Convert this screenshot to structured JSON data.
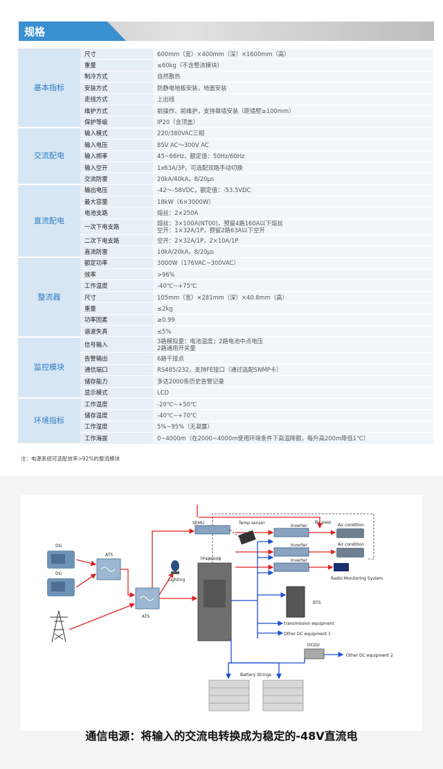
{
  "header": {
    "title": "规格"
  },
  "groups": [
    {
      "name": "基本指标",
      "rows": [
        {
          "key": "尺寸",
          "lines": [
            "600mm（宽）×400mm（深）×1600mm（高）"
          ]
        },
        {
          "key": "重量",
          "lines": [
            "≤60kg（不含整流模块）"
          ]
        },
        {
          "key": "制冷方式",
          "lines": [
            "自然散热"
          ]
        },
        {
          "key": "安装方式",
          "lines": [
            "防静电地板安装，地面安装"
          ]
        },
        {
          "key": "走线方式",
          "lines": [
            "上出线"
          ]
        },
        {
          "key": "维护方式",
          "lines": [
            "前操作、前维护，支持靠墙安装（距墙壁≥100mm）"
          ]
        },
        {
          "key": "保护等级",
          "lines": [
            "IP20（含顶盖）"
          ]
        }
      ]
    },
    {
      "name": "交流配电",
      "rows": [
        {
          "key": "输入模式",
          "lines": [
            "220/380VAC三相"
          ]
        },
        {
          "key": "输入电压",
          "lines": [
            "85V AC～300V AC"
          ]
        },
        {
          "key": "输入频率",
          "lines": [
            "45~66Hz，额定值：50Hz/60Hz"
          ]
        },
        {
          "key": "输入空开",
          "lines": [
            "1x63A/3P，可选配双路手动切换"
          ]
        },
        {
          "key": "交流防雷",
          "lines": [
            "20kA/40kA，8/20μs"
          ]
        }
      ]
    },
    {
      "name": "直流配电",
      "rows": [
        {
          "key": "输出电压",
          "lines": [
            "-42～-58VDC，额定值：-53.5VDC"
          ]
        },
        {
          "key": "最大容量",
          "lines": [
            "18kW（6×3000W）"
          ]
        },
        {
          "key": "电池支路",
          "lines": [
            "熔丝：2×250A"
          ]
        },
        {
          "key": "一次下电支路",
          "lines": [
            "熔丝：3×100A(NT00)，预留4路160A以下熔丝",
            "空开：1×32A/1P，预留2路63A以下空开"
          ]
        },
        {
          "key": "二次下电支路",
          "lines": [
            "空开：2×32A/1P，2×10A/1P"
          ]
        },
        {
          "key": "直流防雷",
          "lines": [
            "10kA/20kA，8/20μs"
          ]
        }
      ]
    },
    {
      "name": "整流器",
      "rows": [
        {
          "key": "额定功率",
          "lines": [
            "3000W（176VAC~300VAC）"
          ]
        },
        {
          "key": "效率",
          "lines": [
            ">96%"
          ]
        },
        {
          "key": "工作温度",
          "lines": [
            "-40℃~+75℃"
          ]
        },
        {
          "key": "尺寸",
          "lines": [
            "105mm（宽）×281mm（深）×40.8mm（高）"
          ]
        },
        {
          "key": "重量",
          "lines": [
            "≤2kg"
          ]
        },
        {
          "key": "功率因素",
          "lines": [
            "≥0.99"
          ]
        },
        {
          "key": "谐波失真",
          "lines": [
            "≤5%"
          ]
        }
      ]
    },
    {
      "name": "监控模块",
      "rows": [
        {
          "key": "信号输入",
          "lines": [
            "3路模拟量：电池温度；2路电池中点电压",
            "2路通用开关量"
          ]
        },
        {
          "key": "告警输出",
          "lines": [
            "6路干接点"
          ]
        },
        {
          "key": "通信端口",
          "lines": [
            "RS485/232，支持FE接口（通过选配SNMP卡）"
          ]
        },
        {
          "key": "储存能力",
          "lines": [
            "多达2000条历史告警记录"
          ]
        },
        {
          "key": "显示模式",
          "lines": [
            "LCD"
          ]
        }
      ]
    },
    {
      "name": "环境指标",
      "rows": [
        {
          "key": "工作温度",
          "lines": [
            "-20℃~+50℃"
          ]
        },
        {
          "key": "储存温度",
          "lines": [
            "-40℃~+70℃"
          ]
        },
        {
          "key": "工作湿度",
          "lines": [
            "5%~95%（无凝露）"
          ]
        },
        {
          "key": "工作海拔",
          "lines": [
            "0~4000m（在2000~4000m使用环境条件下高温降额，每升高200m降低1℃）"
          ]
        }
      ]
    }
  ],
  "note": "注：电源系统可选配效率>92%的整流模块",
  "diagram": {
    "labels": {
      "dg1": "DG",
      "dg2": "DG",
      "ats1": "ATS",
      "ats2": "ATS",
      "lighting": "Lighting",
      "semu": "SEMU",
      "temp_sensor": "Temp sensor",
      "tp": "TP48600B",
      "bypass": "By pass",
      "inverter1": "Inverter",
      "inverter2": "Inverter",
      "inverter3": "Inverter",
      "air1": "Air condition",
      "air2": "Air condition",
      "radio": "Radio Monitoring System",
      "bts": "BTS",
      "transmission": "transmission equipment",
      "other_dc1": "Other DC equipment 1",
      "dcdu": "DCDU",
      "other_dc2": "Other DC equipment 2",
      "battery": "Battery Strings"
    },
    "colors": {
      "ac": "#e02020",
      "dc": "#1a4fd0",
      "signal": "#333333"
    }
  },
  "caption": "通信电源：将输入的交流电转换成为稳定的-48V直流电"
}
